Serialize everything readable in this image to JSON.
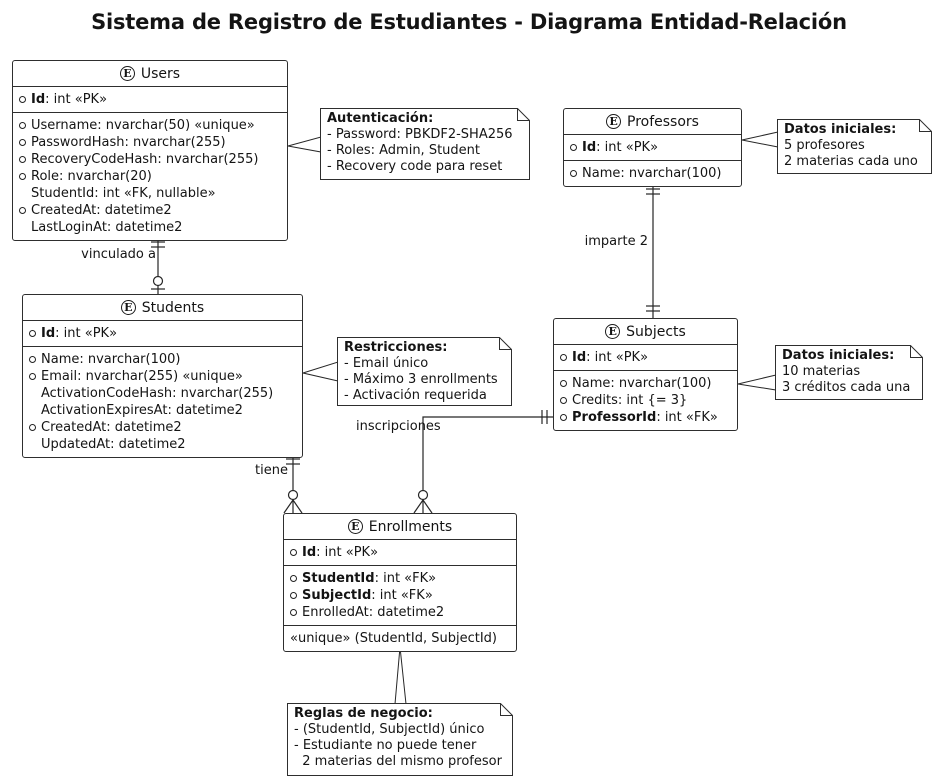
{
  "title": "Sistema de Registro de Estudiantes - Diagrama Entidad-Relación",
  "entity_spot_letter": "E",
  "colors": {
    "line": "#2e2e2e",
    "background": "#ffffff",
    "text": "#141414"
  },
  "entities": {
    "users": {
      "name": "Users",
      "pk": {
        "n": "Id",
        "t": " : int «PK»"
      },
      "attrs": [
        {
          "n": "Username",
          "t": " : nvarchar(50) «unique»"
        },
        {
          "n": "PasswordHash",
          "t": " : nvarchar(255)"
        },
        {
          "n": "RecoveryCodeHash",
          "t": " : nvarchar(255)"
        },
        {
          "n": "Role",
          "t": " : nvarchar(20)"
        },
        {
          "n": "StudentId",
          "t": " : int «FK, nullable»"
        },
        {
          "n": "CreatedAt",
          "t": " : datetime2"
        },
        {
          "n": "LastLoginAt",
          "t": " : datetime2"
        }
      ]
    },
    "professors": {
      "name": "Professors",
      "pk": {
        "n": "Id",
        "t": " : int «PK»"
      },
      "attrs": [
        {
          "n": "Name",
          "t": " : nvarchar(100)"
        }
      ]
    },
    "students": {
      "name": "Students",
      "pk": {
        "n": "Id",
        "t": " : int «PK»"
      },
      "attrs": [
        {
          "n": "Name",
          "t": " : nvarchar(100)"
        },
        {
          "n": "Email",
          "t": " : nvarchar(255) «unique»"
        },
        {
          "n": "ActivationCodeHash",
          "t": " : nvarchar(255)"
        },
        {
          "n": "ActivationExpiresAt",
          "t": " : datetime2"
        },
        {
          "n": "CreatedAt",
          "t": " : datetime2"
        },
        {
          "n": "UpdatedAt",
          "t": " : datetime2"
        }
      ]
    },
    "subjects": {
      "name": "Subjects",
      "pk": {
        "n": "Id",
        "t": " : int «PK»"
      },
      "attrs": [
        {
          "n": "Name",
          "t": " : nvarchar(100)"
        },
        {
          "n": "Credits",
          "t": " : int {= 3}"
        },
        {
          "n": "ProfessorId",
          "t": " : int «FK»"
        }
      ]
    },
    "enrollments": {
      "name": "Enrollments",
      "pk": {
        "n": "Id",
        "t": " : int «PK»"
      },
      "attrs": [
        {
          "n": "StudentId",
          "t": " : int «FK»"
        },
        {
          "n": "SubjectId",
          "t": " : int «FK»"
        },
        {
          "n": "EnrolledAt",
          "t": " : datetime2"
        }
      ],
      "unique": "«unique» (StudentId, SubjectId)"
    }
  },
  "notes": {
    "auth": {
      "title": "Autenticación:",
      "lines": [
        "- Password: PBKDF2-SHA256",
        "- Roles: Admin, Student",
        "- Recovery code para reset"
      ]
    },
    "prof_init": {
      "title": "Datos iniciales:",
      "lines": [
        "5 profesores",
        "2 materias cada uno"
      ]
    },
    "restric": {
      "title": "Restricciones:",
      "lines": [
        "- Email único",
        "- Máximo 3 enrollments",
        "- Activación requerida"
      ]
    },
    "subj_init": {
      "title": "Datos iniciales:",
      "lines": [
        "10 materias",
        "3 créditos cada una"
      ]
    },
    "reglas": {
      "title": "Reglas de negocio:",
      "lines": [
        "- (StudentId, SubjectId) único",
        "- Estudiante no puede tener",
        "  2 materias del mismo profesor"
      ]
    }
  },
  "edge_labels": {
    "users_students": "vinculado a",
    "professors_subjects": "imparte 2",
    "students_enrollments": "tiene",
    "subjects_enrollments": "inscripciones"
  }
}
